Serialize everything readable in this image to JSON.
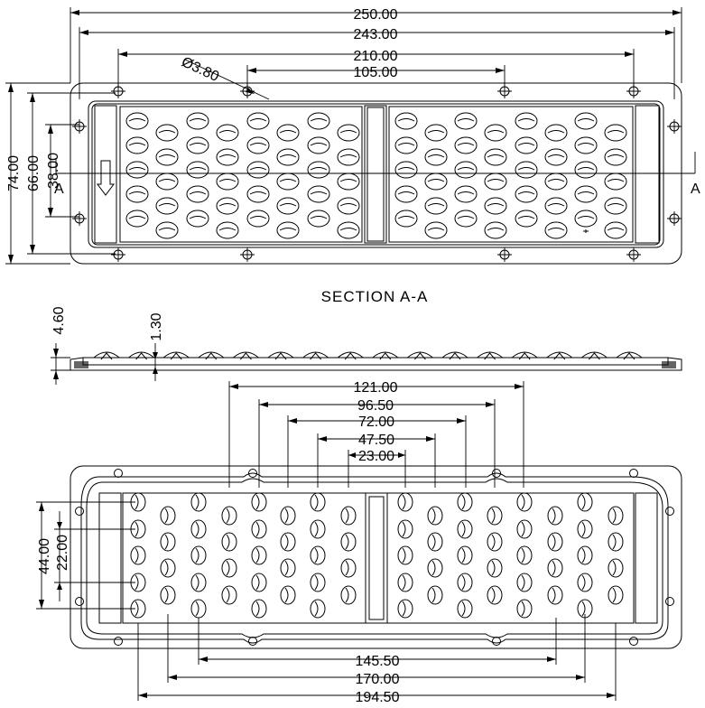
{
  "drawing": {
    "top_view": {
      "dims_horizontal": [
        "250.00",
        "243.00",
        "210.00",
        "105.00"
      ],
      "dims_vertical": [
        "74.00",
        "66.00",
        "38.00"
      ],
      "hole_label": "Ø3.80",
      "section_marker_left": "A",
      "section_marker_right": "A"
    },
    "section_title": "SECTION A-A",
    "section_view": {
      "thickness": "4.60",
      "base": "1.30"
    },
    "bottom_view": {
      "dims_top": [
        "121.00",
        "96.50",
        "72.00",
        "47.50",
        "23.00"
      ],
      "dims_bottom": [
        "145.50",
        "170.00",
        "194.50"
      ],
      "dims_left": [
        "44.00",
        "22.00"
      ]
    }
  }
}
